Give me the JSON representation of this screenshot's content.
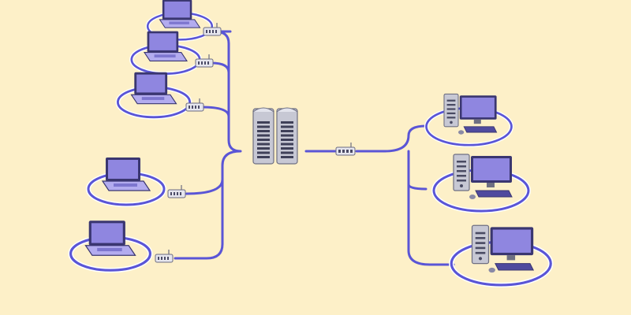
{
  "diagram": {
    "type": "network-topology",
    "background_color": "#fdf0c8",
    "link_color": "#5a55d6",
    "device_color": "#8f86e0",
    "device_dark": "#3a3670",
    "server_color": "#c7c8d4",
    "nodes": [
      {
        "id": "laptop-1",
        "kind": "laptop",
        "icon": "laptop-icon"
      },
      {
        "id": "laptop-2",
        "kind": "laptop",
        "icon": "laptop-icon"
      },
      {
        "id": "laptop-3",
        "kind": "laptop",
        "icon": "laptop-icon"
      },
      {
        "id": "laptop-4",
        "kind": "laptop",
        "icon": "laptop-icon"
      },
      {
        "id": "laptop-5",
        "kind": "laptop",
        "icon": "laptop-icon"
      },
      {
        "id": "server-1",
        "kind": "server",
        "icon": "server-icon"
      },
      {
        "id": "server-2",
        "kind": "server",
        "icon": "server-icon"
      },
      {
        "id": "switch-center",
        "kind": "switch",
        "icon": "network-switch-icon"
      },
      {
        "id": "desktop-1",
        "kind": "desktop",
        "icon": "desktop-computer-icon"
      },
      {
        "id": "desktop-2",
        "kind": "desktop",
        "icon": "desktop-computer-icon"
      },
      {
        "id": "desktop-3",
        "kind": "desktop",
        "icon": "desktop-computer-icon"
      }
    ],
    "links": [
      {
        "from": "laptop-1",
        "to": "server-1"
      },
      {
        "from": "laptop-2",
        "to": "server-1"
      },
      {
        "from": "laptop-3",
        "to": "server-1"
      },
      {
        "from": "laptop-4",
        "to": "server-1"
      },
      {
        "from": "laptop-5",
        "to": "server-1"
      },
      {
        "from": "server-2",
        "to": "switch-center"
      },
      {
        "from": "switch-center",
        "to": "desktop-1"
      },
      {
        "from": "switch-center",
        "to": "desktop-2"
      },
      {
        "from": "switch-center",
        "to": "desktop-3"
      }
    ]
  }
}
